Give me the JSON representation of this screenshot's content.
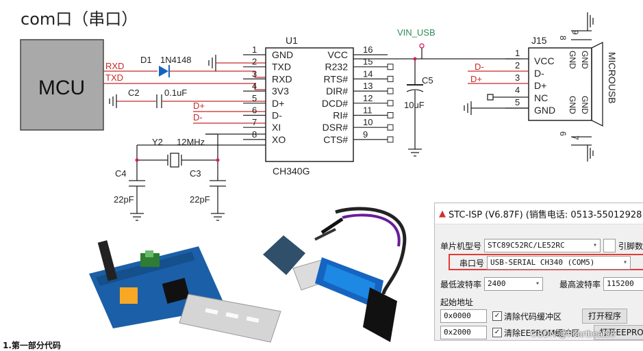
{
  "title": "com口（串口）",
  "mcu": {
    "label": "MCU",
    "rxd": "RXD",
    "txd": "TXD"
  },
  "d1": {
    "ref": "D1",
    "part": "1N4148"
  },
  "c2": {
    "ref": "C2",
    "value": "0.1uF"
  },
  "u1": {
    "ref": "U1",
    "name": "CH340G",
    "left_pins": [
      {
        "num": "1",
        "name": "GND"
      },
      {
        "num": "2",
        "name": "TXD"
      },
      {
        "num": "3",
        "name": "RXD"
      },
      {
        "num": "4",
        "name": "3V3"
      },
      {
        "num": "5",
        "name": "D+"
      },
      {
        "num": "6",
        "name": "D-"
      },
      {
        "num": "7",
        "name": "XI"
      },
      {
        "num": "8",
        "name": "XO"
      }
    ],
    "right_pins": [
      {
        "num": "16",
        "name": "VCC"
      },
      {
        "num": "15",
        "name": "R232"
      },
      {
        "num": "14",
        "name": "RTS#"
      },
      {
        "num": "13",
        "name": "DIR#"
      },
      {
        "num": "12",
        "name": "DCD#"
      },
      {
        "num": "11",
        "name": "RI#"
      },
      {
        "num": "10",
        "name": "DSR#"
      },
      {
        "num": "9",
        "name": "CTS#"
      }
    ]
  },
  "nets": {
    "dplus": "D+",
    "dminus": "D-",
    "vin": "VIN_USB"
  },
  "y2": {
    "ref": "Y2",
    "value": "12MHz"
  },
  "c4": {
    "ref": "C4",
    "value": "22pF"
  },
  "c3": {
    "ref": "C3",
    "value": "22pF"
  },
  "c5": {
    "ref": "C5",
    "value": "10uF"
  },
  "j15": {
    "ref": "J15",
    "name": "MICROUSB",
    "pins": [
      {
        "num": "1",
        "name": "VCC"
      },
      {
        "num": "2",
        "name": "D-"
      },
      {
        "num": "3",
        "name": "D+"
      },
      {
        "num": "4",
        "name": "NC"
      },
      {
        "num": "5",
        "name": "GND"
      }
    ],
    "gnd_labels": [
      "GND",
      "GND",
      "GND",
      "GND"
    ],
    "top_pins": [
      "8",
      "9"
    ],
    "bottom_pins": [
      "6",
      "7"
    ]
  },
  "isp": {
    "title": "STC-ISP (V6.87F) (销售电话: 0513-55012928",
    "mcu_label": "单片机型号",
    "mcu_value": "STC89C52RC/LE52RC",
    "pins_label": "引脚数",
    "port_label": "串口号",
    "port_value": "USB-SERIAL CH340 (COM5)",
    "min_baud_label": "最低波特率",
    "min_baud_value": "2400",
    "max_baud_label": "最高波特率",
    "max_baud_value": "115200",
    "start_addr_label": "起始地址",
    "addr1": "0x0000",
    "chk1": "清除代码缓冲区",
    "btn1": "打开程序",
    "addr2": "0x2000",
    "chk2": "清除EEPROM缓冲区",
    "btn2": "打开EEPRO"
  },
  "watermark": "CSDN @heartbeat98",
  "footer": "1.第一部分代码",
  "colors": {
    "wire": "#c62828",
    "pin": "#222222",
    "junction": "#d81b60",
    "accent": "#2e8b57",
    "highlight": "#e53935"
  }
}
